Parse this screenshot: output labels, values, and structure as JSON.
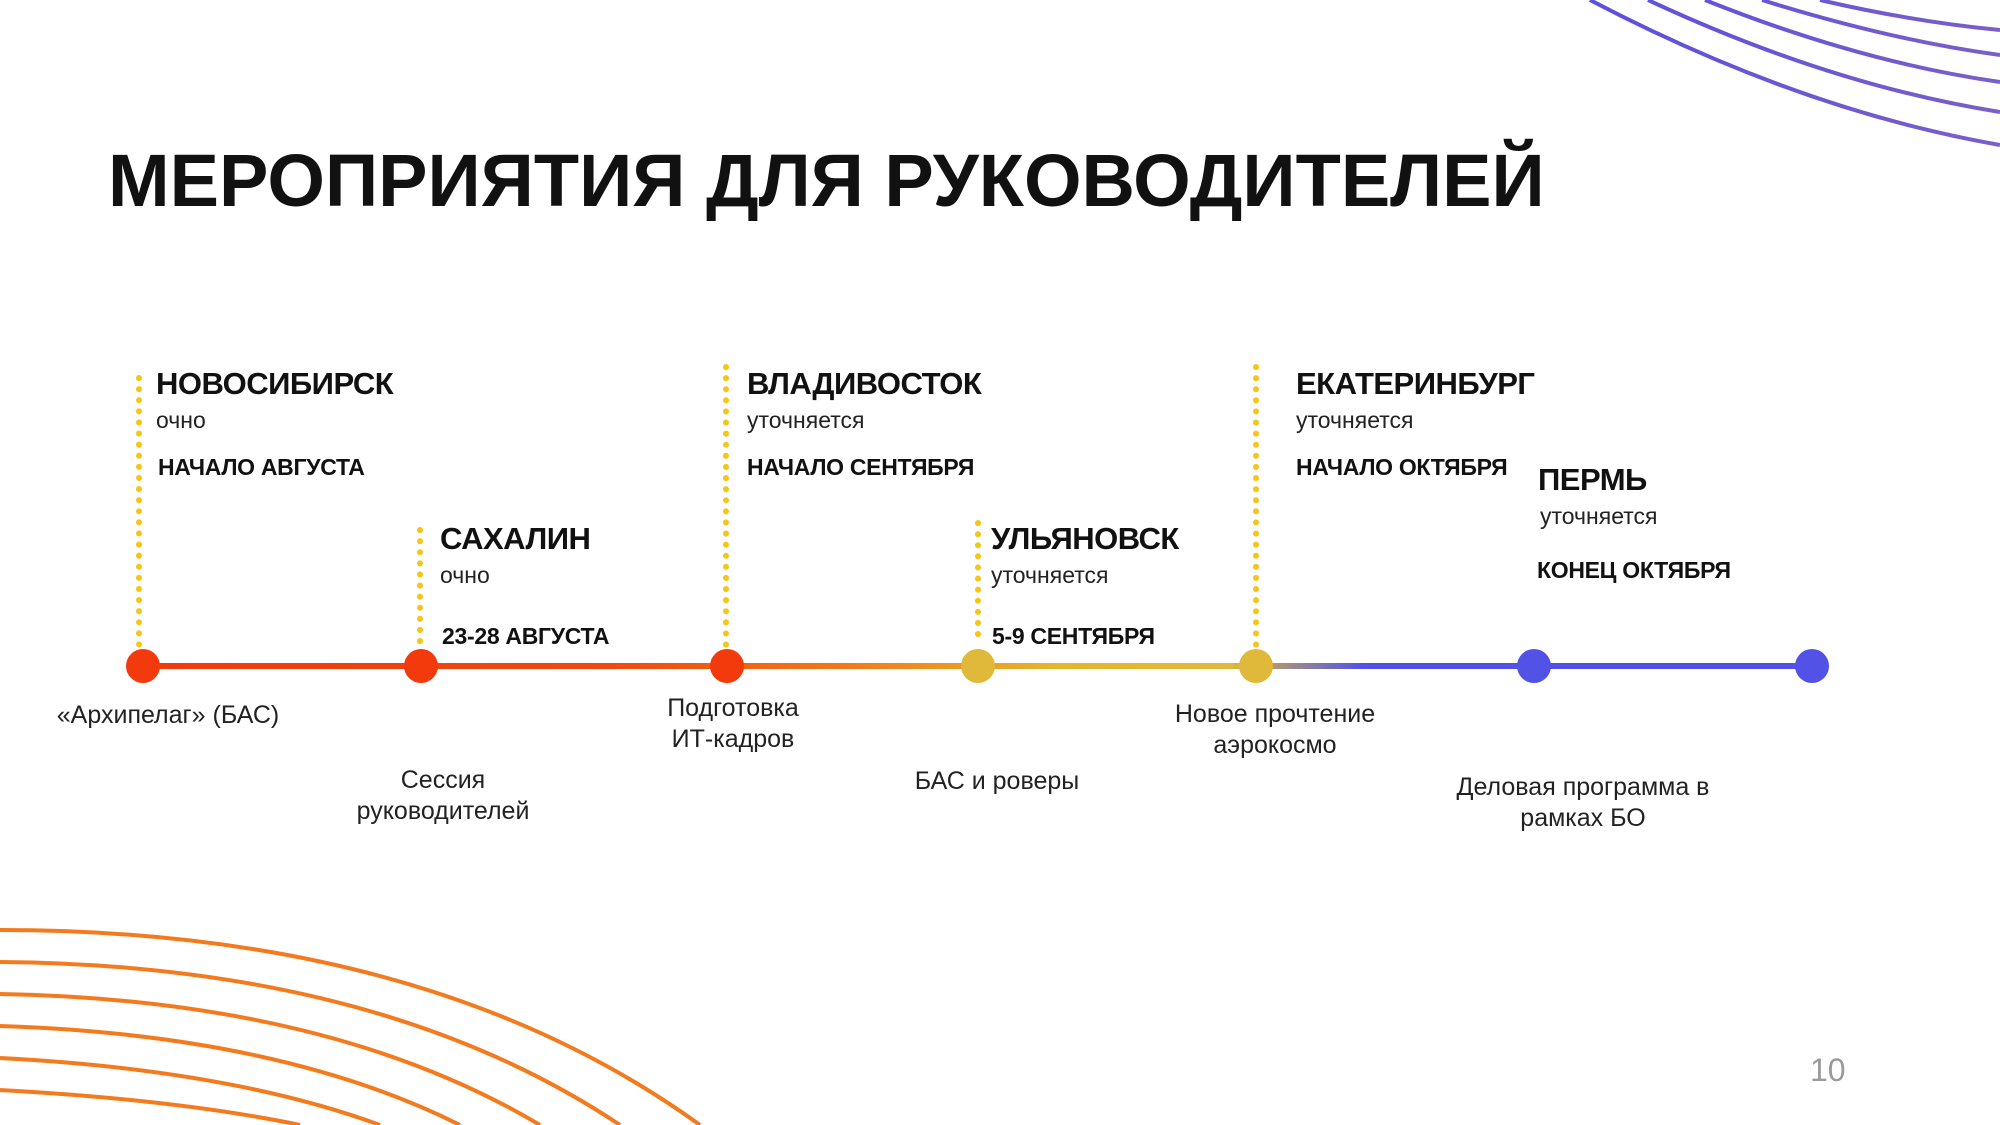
{
  "slide": {
    "title": "МЕРОПРИЯТИЯ ДЛЯ РУКОВОДИТЕЛЕЙ",
    "page_number": "10"
  },
  "colors": {
    "red": "#F23A0C",
    "orange": "#F28A1A",
    "yellow": "#E0B93A",
    "blue": "#5253E6",
    "dotted_line": "#F5C518",
    "deco_orange": "#F47A1E",
    "deco_blue": "#5B4FE0"
  },
  "timeline": {
    "events": [
      {
        "city": "НОВОСИБИРСК",
        "mode": "очно",
        "date": "НАЧАЛО АВГУСТА",
        "description": "«Архипелаг» (БАС)"
      },
      {
        "city": "САХАЛИН",
        "mode": "очно",
        "date": "23-28 АВГУСТА",
        "description": "Сессия\nруководителей"
      },
      {
        "city": "ВЛАДИВОСТОК",
        "mode": "уточняется",
        "date": "НАЧАЛО СЕНТЯБРЯ",
        "description": "Подготовка\nИТ-кадров"
      },
      {
        "city": "УЛЬЯНОВСК",
        "mode": "уточняется",
        "date": "5-9 СЕНТЯБРЯ",
        "description": "БАС и роверы"
      },
      {
        "city": "ЕКАТЕРИНБУРГ",
        "mode": "уточняется",
        "date": "НАЧАЛО ОКТЯБРЯ",
        "description": "Новое прочтение\nаэрокосмо"
      },
      {
        "city": "ПЕРМЬ",
        "mode": "уточняется",
        "date": "КОНЕЦ ОКТЯБРЯ",
        "description": "Деловая программа в\nрамках БО"
      }
    ]
  }
}
